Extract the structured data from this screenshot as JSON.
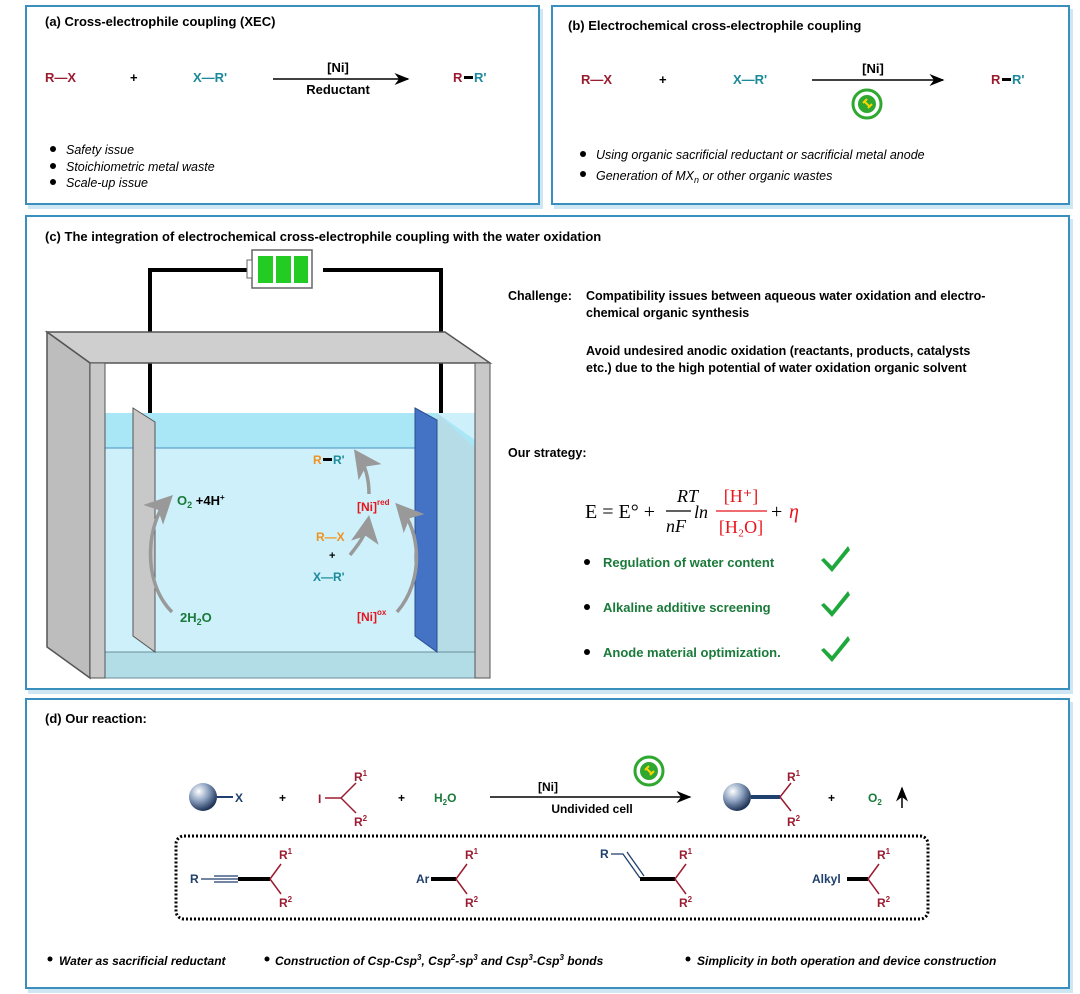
{
  "colors": {
    "border": "#3b8fbf",
    "red": "#9b1b30",
    "teal": "#1a8a9a",
    "green": "#1a7a3a",
    "orange": "#f0921e",
    "navy": "#1f3f6e",
    "nickel": "#e8141c",
    "electrode_anode": "#c8c8c8",
    "electrode_cathode": "#4472c4",
    "battery": "#22cc22"
  },
  "panel_a": {
    "title": "(a) Cross-electrophile coupling (XEC)",
    "reactant1": "R—X",
    "plus": "+",
    "reactant2": "X—R'",
    "above_arrow": "[Ni]",
    "below_arrow": "Reductant",
    "product_r": "R",
    "product_r2": "R'",
    "bullets": [
      "Safety issue",
      "Stoichiometric metal waste",
      "Scale-up issue"
    ]
  },
  "panel_b": {
    "title": "(b) Electrochemical cross-electrophile coupling",
    "reactant1": "R—X",
    "plus": "+",
    "reactant2": "X—R'",
    "above_arrow": "[Ni]",
    "icon": "electricity-plug-icon",
    "product_r": "R",
    "product_r2": "R'",
    "bullets": [
      {
        "text": "Using organic sacrificial reductant or sacrificial metal anode"
      },
      {
        "pre": "Generation of MX",
        "sub": "n",
        "post": " or other organic wastes"
      }
    ]
  },
  "panel_c": {
    "title": "(c) The integration of electrochemical cross-electrophile coupling with the water oxidation",
    "cell": {
      "o2": "O",
      "o2_sub": "2",
      "h_plus": " +4H",
      "h_sup": "+",
      "water_pre": "2H",
      "water_sub": "2",
      "water_post": "O",
      "ni_red": "[Ni]",
      "ni_red_sup": "red",
      "ni_ox": "[Ni]",
      "ni_ox_sup": "ox",
      "product_r": "R",
      "product_r2": "R'",
      "rx_r": "R",
      "rx_x": "—X",
      "plus": "+",
      "xr": "X—R'"
    },
    "challenge_label": "Challenge:",
    "challenge_lines": [
      "Compatibility issues between aqueous water oxidation and electro-",
      "chemical organic synthesis"
    ],
    "avoid_lines": [
      "Avoid undesired anodic oxidation (reactants, products, catalysts",
      "etc.) due to the high potential of water oxidation organic solvent"
    ],
    "strategy_label": "Our strategy:",
    "equation": {
      "lhs": "E = E° +",
      "num": "RT",
      "den": "nF",
      "ln": "ln",
      "frac_num": "[H⁺]",
      "frac_den": "[H₂O]",
      "plus": "+",
      "eta": "η"
    },
    "strategies": [
      "Regulation of water content",
      "Alkaline additive screening",
      "Anode material optimization."
    ]
  },
  "panel_d": {
    "title": "(d) Our reaction:",
    "x": "X",
    "plus": "+",
    "iodo": "I",
    "r1": "R",
    "r1_sup": "1",
    "r2": "R",
    "r2_sup": "2",
    "water_pre": "H",
    "water_sub": "2",
    "water_post": "O",
    "above_arrow": "[Ni]",
    "below_arrow": "Undivided cell",
    "o2": "O",
    "o2_sub": "2",
    "scope": [
      {
        "label": "R"
      },
      {
        "label": "Ar"
      },
      {
        "label": "R"
      },
      {
        "label": "Alkyl"
      }
    ],
    "bullets": [
      {
        "text": "Water as sacrificial reductant"
      },
      {
        "pre": "Construction of  Csp-Csp",
        "s1": "3",
        "m1": ", Csp",
        "s2": "2",
        "m2": "-sp",
        "s3": "3",
        "m3": " and Csp",
        "s4": "3",
        "m4": "-Csp",
        "s5": "3",
        "post": " bonds"
      },
      {
        "text": "Simplicity in both operation and device construction"
      }
    ]
  }
}
